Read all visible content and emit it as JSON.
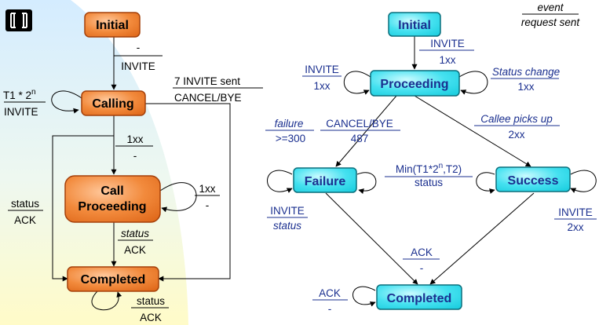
{
  "legend": {
    "event": "event",
    "request": "request sent"
  },
  "left": {
    "states": {
      "initial": "Initial",
      "calling": "Calling",
      "call_proceeding_1": "Call",
      "call_proceeding_2": "Proceeding",
      "completed": "Completed"
    },
    "transitions": {
      "init_calling_event": "-",
      "init_calling_request": "INVITE",
      "calling_self_event": "T1 * 2",
      "calling_self_exp": "n",
      "calling_self_request": "INVITE",
      "calling_completed_event": "7 INVITE sent",
      "calling_completed_request": "CANCEL/BYE",
      "calling_callproc_event": "1xx",
      "calling_callproc_request": "-",
      "callproc_self_event": "1xx",
      "callproc_self_request": "-",
      "calling_completed_left_event": "status",
      "calling_completed_left_request": "ACK",
      "callproc_completed_event": "status",
      "callproc_completed_request": "ACK",
      "completed_self_event": "status",
      "completed_self_request": "ACK"
    }
  },
  "right": {
    "states": {
      "initial": "Initial",
      "proceeding": "Proceeding",
      "failure": "Failure",
      "success": "Success",
      "completed": "Completed"
    },
    "transitions": {
      "init_proc_event": "INVITE",
      "init_proc_request": "1xx",
      "proc_self_left_event": "INVITE",
      "proc_self_left_request": "1xx",
      "proc_self_right_event": "Status change",
      "proc_self_right_request": "1xx",
      "proc_fail_a_event": "failure",
      "proc_fail_a_request": ">=300",
      "proc_fail_b_event": "CANCEL/BYE",
      "proc_fail_b_request": "487",
      "proc_success_event": "Callee picks up",
      "proc_success_request": "2xx",
      "fail_success_event": "Min(T1*2",
      "fail_success_exp": "n",
      "fail_success_event_end": ",T2)",
      "fail_success_request": "status",
      "fail_self_event": "INVITE",
      "fail_self_request": "status",
      "success_self_event": "INVITE",
      "success_self_request": "2xx",
      "to_completed_event": "ACK",
      "to_completed_request": "-",
      "completed_self_event": "ACK",
      "completed_self_request": "-"
    }
  },
  "colors": {
    "orange_fill": "#f28a3c",
    "orange_stroke": "#a4400a",
    "cyan_fill": "#3fe0ef",
    "cyan_stroke": "#0b6f7c",
    "right_label_blue": "#1a2f8f",
    "background_arc": "#dcefff",
    "background_arc_yellow": "#fffbcc"
  },
  "logo": {
    "icon": "dual-bracket-logo-icon"
  }
}
